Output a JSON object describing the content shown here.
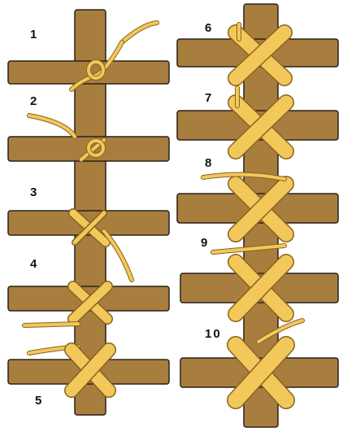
{
  "diagram": {
    "steps": [
      {
        "label": "1"
      },
      {
        "label": "2"
      },
      {
        "label": "3"
      },
      {
        "label": "4"
      },
      {
        "label": "5"
      },
      {
        "label": "6"
      },
      {
        "label": "7"
      },
      {
        "label": "8"
      },
      {
        "label": "9"
      },
      {
        "label": "10"
      }
    ],
    "colors": {
      "pole": "#a87e3e",
      "pole_stroke": "#2a2018",
      "rope": "#f2c85a",
      "rope_edge": "#8a6320"
    }
  }
}
